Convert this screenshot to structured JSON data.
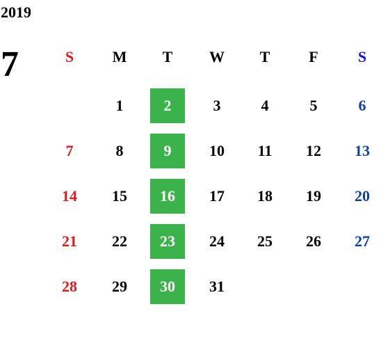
{
  "calendar": {
    "year": "2019",
    "month": "7",
    "weekdays": [
      "S",
      "M",
      "T",
      "W",
      "T",
      "F",
      "S"
    ],
    "weeks": [
      [
        "",
        "1",
        "2",
        "3",
        "4",
        "5",
        "6"
      ],
      [
        "7",
        "8",
        "9",
        "10",
        "11",
        "12",
        "13"
      ],
      [
        "14",
        "15",
        "16",
        "17",
        "18",
        "19",
        "20"
      ],
      [
        "21",
        "22",
        "23",
        "24",
        "25",
        "26",
        "27"
      ],
      [
        "28",
        "29",
        "30",
        "31",
        "",
        "",
        ""
      ]
    ],
    "highlighted_days": [
      "2",
      "9",
      "16",
      "23",
      "30"
    ],
    "colors": {
      "sunday": "#e01818",
      "saturday": "#1040a0",
      "saturday_header": "#1010e0",
      "highlight": "#3cb34a",
      "text": "#000000"
    }
  }
}
